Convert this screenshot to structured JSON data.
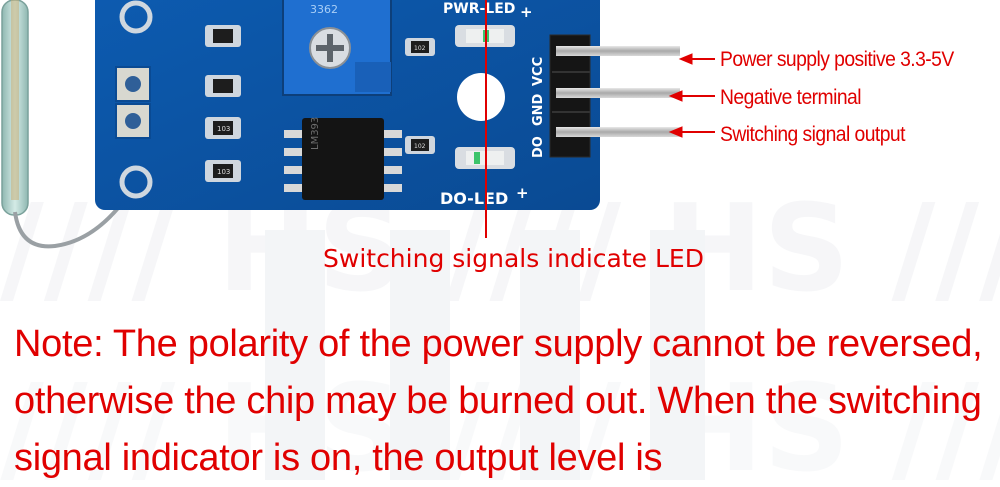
{
  "board": {
    "silkscreen": {
      "pwr_led": "PWR-LED",
      "do_led": "DO-LED",
      "pin_vcc": "VCC",
      "pin_gnd": "GND",
      "pin_do": "DO",
      "pot_code": "3362",
      "chip_text": "LM393",
      "resistor_codes": [
        "103",
        "103",
        "102",
        "102"
      ]
    }
  },
  "callouts": {
    "vcc": "Power supply positive 3.3-5V",
    "gnd": "Negative terminal",
    "do": "Switching signal output"
  },
  "caption": "Switching signals indicate LED",
  "note": "Note: The polarity of the power supply cannot be reversed, otherwise the chip may be burned out. When the switching signal indicator is on, the output level is",
  "colors": {
    "pcb_blue": "#0a4f9e",
    "annotation_red": "#e00000",
    "pin_black": "#151515",
    "reed_glass": "#a9c9c4"
  }
}
